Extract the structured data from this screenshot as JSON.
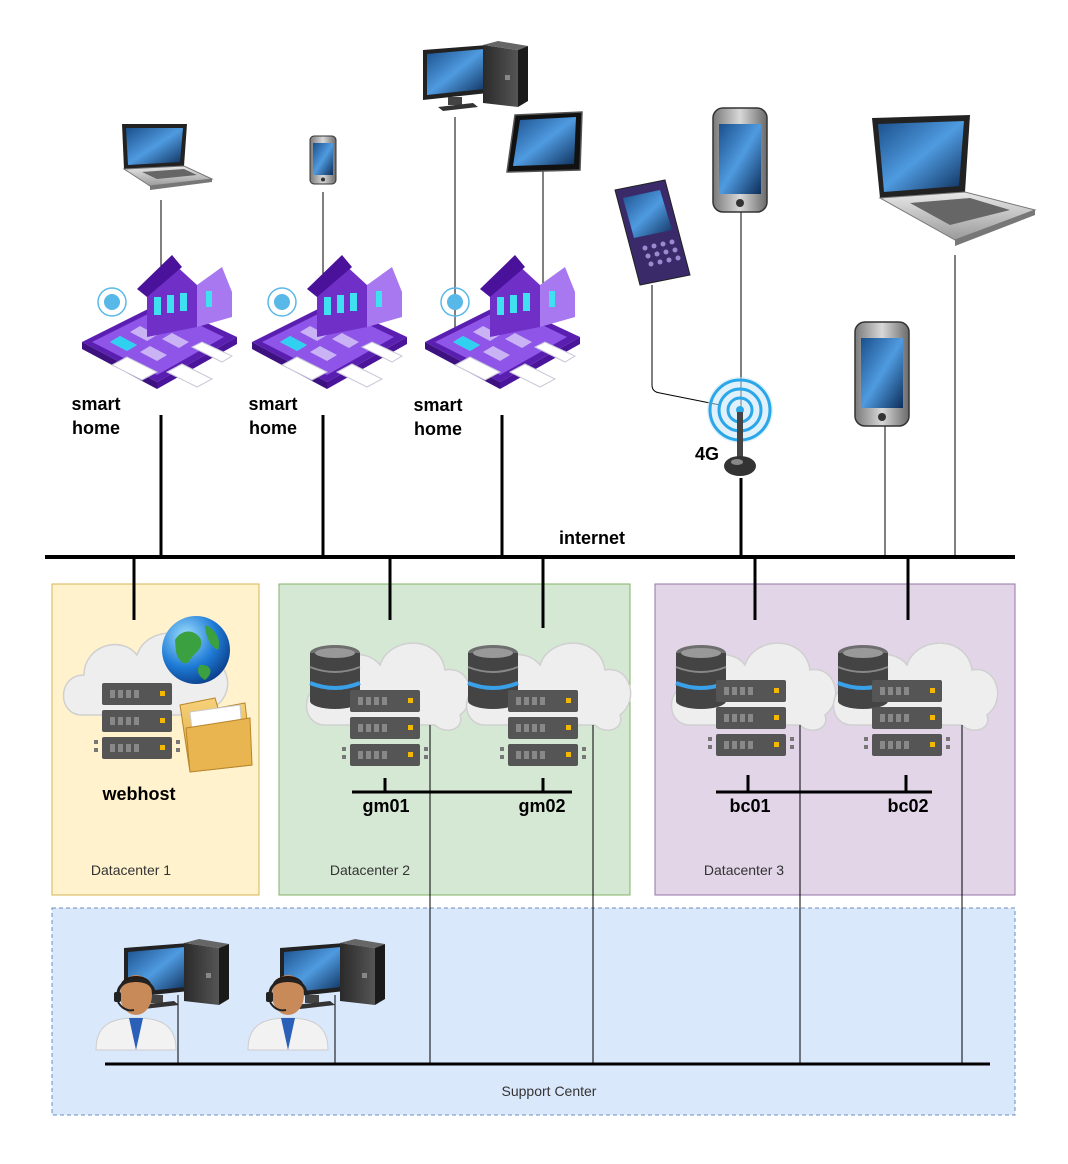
{
  "labels": {
    "smart_home_1": [
      "smart",
      "home"
    ],
    "smart_home_2": [
      "smart",
      "home"
    ],
    "smart_home_3": [
      "smart",
      "home"
    ],
    "four_g": "4G",
    "internet": "internet",
    "webhost": "webhost",
    "gm01": "gm01",
    "gm02": "gm02",
    "bc01": "bc01",
    "bc02": "bc02",
    "datacenter_1": "Datacenter 1",
    "datacenter_2": "Datacenter 2",
    "datacenter_3": "Datacenter 3",
    "support_center": "Support Center"
  },
  "colors": {
    "datacenter_1_fill": "#fff2cc",
    "datacenter_1_stroke": "#d6b656",
    "datacenter_2_fill": "#d5e8d4",
    "datacenter_2_stroke": "#82b366",
    "datacenter_3_fill": "#e1d5e7",
    "datacenter_3_stroke": "#9673a6",
    "support_fill": "#dae8fc",
    "support_stroke": "#6c8ebf",
    "smart_home_accent": "#7b2fd0",
    "server_body": "#555555",
    "server_led": "#f5b800",
    "wireless_blue": "#2aa7e8"
  },
  "icons": {
    "laptop": "laptop-icon",
    "phone": "phone-icon",
    "desktop": "desktop-icon",
    "tablet": "tablet-icon",
    "blackberry": "blackberry-phone-icon",
    "smart_home": "smart-home-icon",
    "antenna": "4g-antenna-icon",
    "cloud_server": "cloud-server-icon",
    "database": "database-icon",
    "globe": "globe-icon",
    "folder": "folder-icon",
    "support_agent": "support-agent-icon"
  }
}
